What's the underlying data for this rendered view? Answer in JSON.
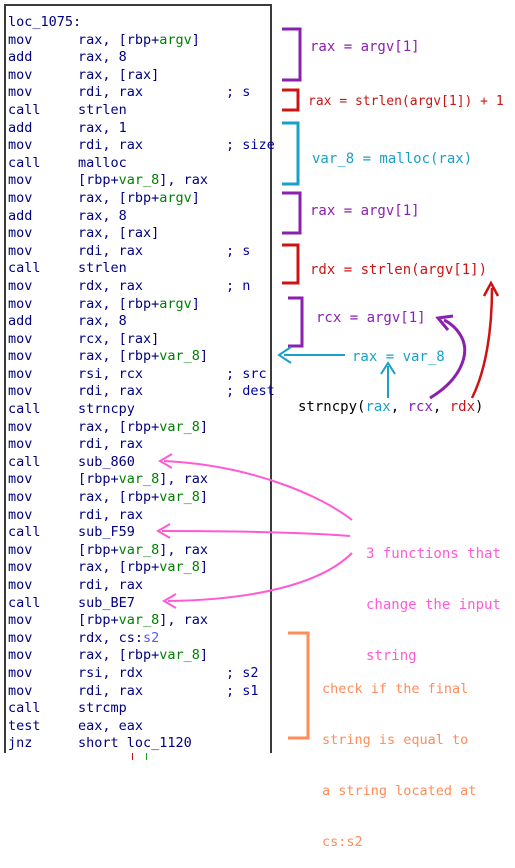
{
  "code": [
    {
      "label": "loc_1075:"
    },
    {
      "mn": "mov",
      "parts": [
        {
          "t": "rax, [rbp+"
        },
        {
          "t": "argv",
          "v": 1
        },
        {
          "t": "]"
        }
      ]
    },
    {
      "mn": "add",
      "parts": [
        {
          "t": "rax, 8"
        }
      ]
    },
    {
      "mn": "mov",
      "parts": [
        {
          "t": "rax, [rax]"
        }
      ]
    },
    {
      "mn": "mov",
      "parts": [
        {
          "t": "rdi, rax"
        }
      ],
      "comment": "; s"
    },
    {
      "mn": "call",
      "parts": [
        {
          "t": "strlen"
        }
      ]
    },
    {
      "mn": "add",
      "parts": [
        {
          "t": "rax, 1"
        }
      ]
    },
    {
      "mn": "mov",
      "parts": [
        {
          "t": "rdi, rax"
        }
      ],
      "comment": "; size"
    },
    {
      "mn": "call",
      "parts": [
        {
          "t": "malloc"
        }
      ]
    },
    {
      "mn": "mov",
      "parts": [
        {
          "t": "[rbp+"
        },
        {
          "t": "var_8",
          "v": 1
        },
        {
          "t": "], rax"
        }
      ]
    },
    {
      "mn": "mov",
      "parts": [
        {
          "t": "rax, [rbp+"
        },
        {
          "t": "argv",
          "v": 1
        },
        {
          "t": "]"
        }
      ]
    },
    {
      "mn": "add",
      "parts": [
        {
          "t": "rax, 8"
        }
      ]
    },
    {
      "mn": "mov",
      "parts": [
        {
          "t": "rax, [rax]"
        }
      ]
    },
    {
      "mn": "mov",
      "parts": [
        {
          "t": "rdi, rax"
        }
      ],
      "comment": "; s"
    },
    {
      "mn": "call",
      "parts": [
        {
          "t": "strlen"
        }
      ]
    },
    {
      "mn": "mov",
      "parts": [
        {
          "t": "rdx, rax"
        }
      ],
      "comment": "; n"
    },
    {
      "mn": "mov",
      "parts": [
        {
          "t": "rax, [rbp+"
        },
        {
          "t": "argv",
          "v": 1
        },
        {
          "t": "]"
        }
      ]
    },
    {
      "mn": "add",
      "parts": [
        {
          "t": "rax, 8"
        }
      ]
    },
    {
      "mn": "mov",
      "parts": [
        {
          "t": "rcx, [rax]"
        }
      ]
    },
    {
      "mn": "mov",
      "parts": [
        {
          "t": "rax, [rbp+"
        },
        {
          "t": "var_8",
          "v": 1
        },
        {
          "t": "]"
        }
      ]
    },
    {
      "mn": "mov",
      "parts": [
        {
          "t": "rsi, rcx"
        }
      ],
      "comment": "; src"
    },
    {
      "mn": "mov",
      "parts": [
        {
          "t": "rdi, rax"
        }
      ],
      "comment": "; dest"
    },
    {
      "mn": "call",
      "parts": [
        {
          "t": "strncpy"
        }
      ]
    },
    {
      "mn": "mov",
      "parts": [
        {
          "t": "rax, [rbp+"
        },
        {
          "t": "var_8",
          "v": 1
        },
        {
          "t": "]"
        }
      ]
    },
    {
      "mn": "mov",
      "parts": [
        {
          "t": "rdi, rax"
        }
      ]
    },
    {
      "mn": "call",
      "parts": [
        {
          "t": "sub_860"
        }
      ]
    },
    {
      "mn": "mov",
      "parts": [
        {
          "t": "[rbp+"
        },
        {
          "t": "var_8",
          "v": 1
        },
        {
          "t": "], rax"
        }
      ]
    },
    {
      "mn": "mov",
      "parts": [
        {
          "t": "rax, [rbp+"
        },
        {
          "t": "var_8",
          "v": 1
        },
        {
          "t": "]"
        }
      ]
    },
    {
      "mn": "mov",
      "parts": [
        {
          "t": "rdi, rax"
        }
      ]
    },
    {
      "mn": "call",
      "parts": [
        {
          "t": "sub_F59"
        }
      ]
    },
    {
      "mn": "mov",
      "parts": [
        {
          "t": "[rbp+"
        },
        {
          "t": "var_8",
          "v": 1
        },
        {
          "t": "], rax"
        }
      ]
    },
    {
      "mn": "mov",
      "parts": [
        {
          "t": "rax, [rbp+"
        },
        {
          "t": "var_8",
          "v": 1
        },
        {
          "t": "]"
        }
      ]
    },
    {
      "mn": "mov",
      "parts": [
        {
          "t": "rdi, rax"
        }
      ]
    },
    {
      "mn": "call",
      "parts": [
        {
          "t": "sub_BE7"
        }
      ]
    },
    {
      "mn": "mov",
      "parts": [
        {
          "t": "[rbp+"
        },
        {
          "t": "var_8",
          "v": 1
        },
        {
          "t": "], rax"
        }
      ]
    },
    {
      "mn": "mov",
      "parts": [
        {
          "t": "rdx, cs:"
        },
        {
          "t": "s2",
          "v": 2
        }
      ]
    },
    {
      "mn": "mov",
      "parts": [
        {
          "t": "rax, [rbp+"
        },
        {
          "t": "var_8",
          "v": 1
        },
        {
          "t": "]"
        }
      ]
    },
    {
      "mn": "mov",
      "parts": [
        {
          "t": "rsi, rdx"
        }
      ],
      "comment": "; s2"
    },
    {
      "mn": "mov",
      "parts": [
        {
          "t": "rdi, rax"
        }
      ],
      "comment": "; s1"
    },
    {
      "mn": "call",
      "parts": [
        {
          "t": "strcmp"
        }
      ]
    },
    {
      "mn": "test",
      "parts": [
        {
          "t": "eax, eax"
        }
      ]
    },
    {
      "mn": "jnz",
      "parts": [
        {
          "t": "short loc_1120"
        }
      ]
    }
  ],
  "annotations": {
    "rax_argv1_a": "rax = argv[1]",
    "rax_strlen": "rax = strlen(argv[1]) + 1",
    "var8_malloc": "var_8 = malloc(rax)",
    "rax_argv1_b": "rax = argv[1]",
    "rdx_strlen": "rdx = strlen(argv[1])",
    "rcx_argv1": "rcx = argv[1]",
    "rax_var8": "rax = var_8",
    "strncpy_call": {
      "fn": "strncpy(",
      "a1": "rax",
      "sep1": ", ",
      "a2": "rcx",
      "sep2": ", ",
      "a3": "rdx",
      "end": ")"
    },
    "three_functions": [
      "3 functions that",
      "change the input",
      "string"
    ],
    "check_final": [
      "check if the final",
      "string is equal to",
      "a string located at",
      "cs:s2"
    ]
  },
  "colors": {
    "purple": "#8b1fb0",
    "red": "#cc1414",
    "teal": "#1aa0c8",
    "pink": "#ff5ad6",
    "orange": "#ff8c5a",
    "code_text": "#000080",
    "code_variable": "#008000",
    "code_comment": "#0000a0"
  }
}
